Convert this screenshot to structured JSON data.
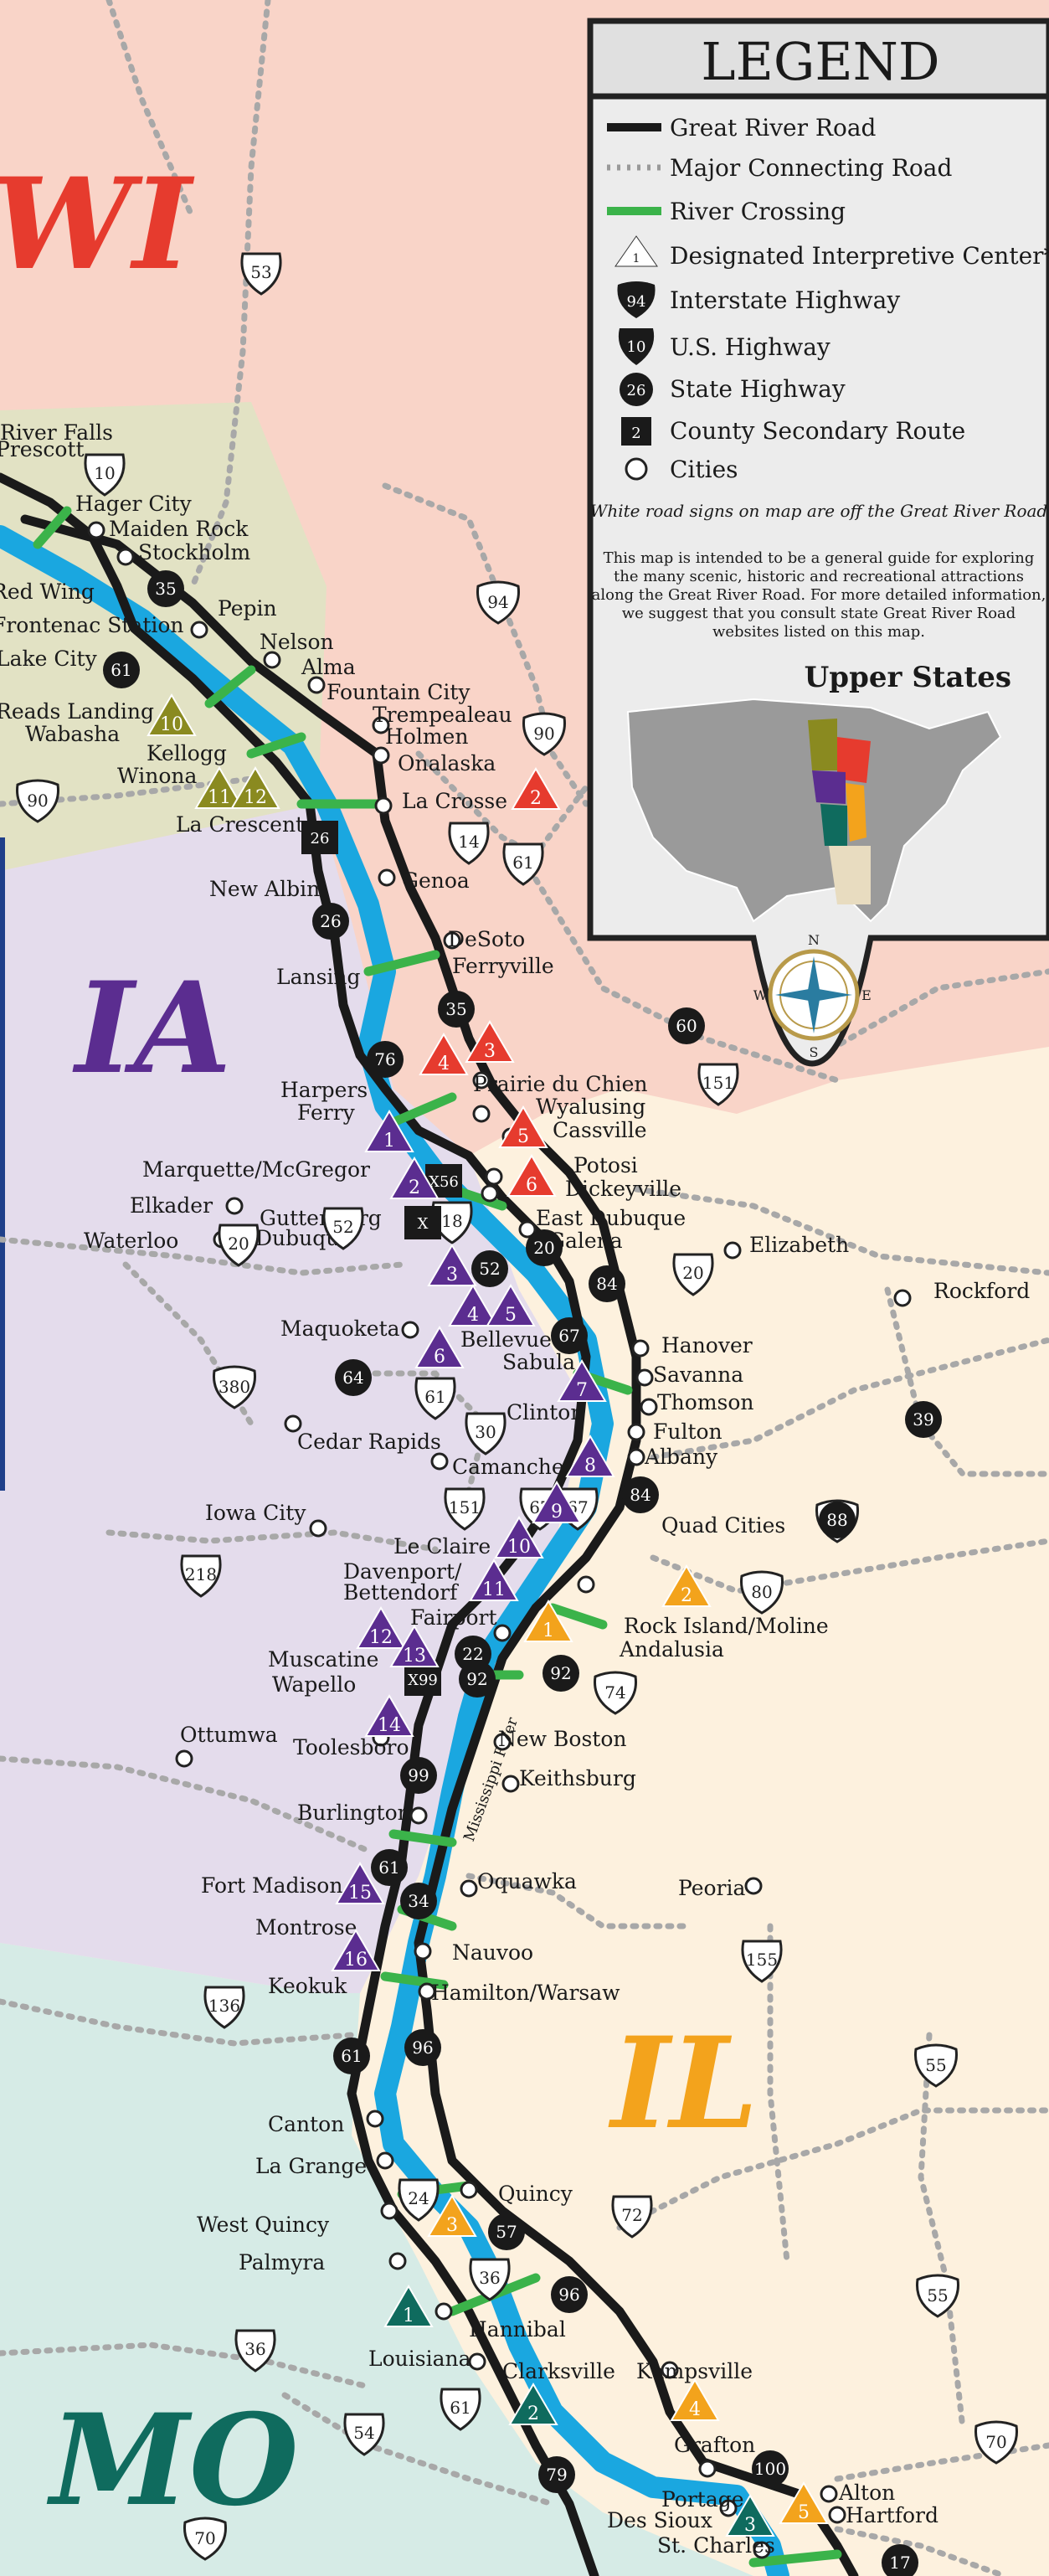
{
  "states": [
    {
      "abbr": "WI",
      "color": "#e63b2e"
    },
    {
      "abbr": "IA",
      "color": "#5b2d90"
    },
    {
      "abbr": "IL",
      "color": "#f3a31c"
    },
    {
      "abbr": "MO",
      "color": "#0f6b5e"
    }
  ],
  "colors": {
    "great_river_road": "#1a1a1a",
    "river": "#1aa7e0",
    "river_crossing": "#3bb34a",
    "wi_bg": "#f9d4c8",
    "ia_bg": "#e4dcec",
    "il_bg": "#fdf1de",
    "mo_bg": "#d6ebe6",
    "mn_bg": "#e2e2c4"
  },
  "legend": {
    "title": "LEGEND",
    "items": [
      {
        "label": "Great River Road",
        "icon": "black-line-icon"
      },
      {
        "label": "Major Connecting Road",
        "icon": "dotted-line-icon"
      },
      {
        "label": "River Crossing",
        "icon": "green-line-icon"
      },
      {
        "label": "Designated Interpretive Center*",
        "icon": "triangle-icon",
        "sample": "1"
      },
      {
        "label": "Interstate Highway",
        "icon": "interstate-shield-icon",
        "sample": "94"
      },
      {
        "label": "U.S. Highway",
        "icon": "us-shield-icon",
        "sample": "10"
      },
      {
        "label": "State Highway",
        "icon": "state-circle-icon",
        "sample": "26"
      },
      {
        "label": "County Secondary Route",
        "icon": "county-square-icon",
        "sample": "2"
      },
      {
        "label": "Cities",
        "icon": "city-dot-icon"
      }
    ],
    "note_italic": "White road signs on map are off the Great River Road",
    "disclaimer": [
      "This map is intended to be a general guide for exploring",
      "the many scenic, historic and recreational attractions",
      "along the Great River Road. For more detailed information,",
      "we suggest that you consult state Great River Road",
      "websites listed on this map."
    ],
    "inset_title": "Upper States",
    "compass": [
      "N",
      "E",
      "S",
      "W"
    ]
  },
  "river_label": "Mississippi River",
  "cities": [
    {
      "name": "River Falls"
    },
    {
      "name": "Prescott"
    },
    {
      "name": "Hager City"
    },
    {
      "name": "Maiden Rock"
    },
    {
      "name": "Stockholm"
    },
    {
      "name": "Red Wing"
    },
    {
      "name": "Frontenac Station"
    },
    {
      "name": "Lake City"
    },
    {
      "name": "Pepin"
    },
    {
      "name": "Nelson"
    },
    {
      "name": "Alma"
    },
    {
      "name": "Fountain City"
    },
    {
      "name": "Trempealeau"
    },
    {
      "name": "Holmen"
    },
    {
      "name": "Reads Landing"
    },
    {
      "name": "Wabasha"
    },
    {
      "name": "Kellogg"
    },
    {
      "name": "Winona"
    },
    {
      "name": "Onalaska"
    },
    {
      "name": "La Crosse"
    },
    {
      "name": "La Crescent"
    },
    {
      "name": "New Albin"
    },
    {
      "name": "Genoa"
    },
    {
      "name": "DeSoto"
    },
    {
      "name": "Ferryville"
    },
    {
      "name": "Lansing"
    },
    {
      "name": "Prairie du Chien"
    },
    {
      "name": "Harpers"
    },
    {
      "name": "Ferry"
    },
    {
      "name": "Wyalusing"
    },
    {
      "name": "Cassville"
    },
    {
      "name": "Marquette/McGregor"
    },
    {
      "name": "Potosi"
    },
    {
      "name": "Dickeyville"
    },
    {
      "name": "Elkader"
    },
    {
      "name": "Guttenberg"
    },
    {
      "name": "Dubuque"
    },
    {
      "name": "East Dubuque"
    },
    {
      "name": "Galena"
    },
    {
      "name": "Waterloo"
    },
    {
      "name": "Elizabeth"
    },
    {
      "name": "Rockford"
    },
    {
      "name": "Maquoketa"
    },
    {
      "name": "Bellevue"
    },
    {
      "name": "Hanover"
    },
    {
      "name": "Sabula"
    },
    {
      "name": "Savanna"
    },
    {
      "name": "Thomson"
    },
    {
      "name": "Clinton"
    },
    {
      "name": "Fulton"
    },
    {
      "name": "Cedar Rapids"
    },
    {
      "name": "Camanche"
    },
    {
      "name": "Albany"
    },
    {
      "name": "Iowa City"
    },
    {
      "name": "Quad Cities"
    },
    {
      "name": "Le Claire"
    },
    {
      "name": "Davenport/"
    },
    {
      "name": "Bettendorf"
    },
    {
      "name": "Fairport"
    },
    {
      "name": "Rock Island/Moline"
    },
    {
      "name": "Andalusia"
    },
    {
      "name": "Muscatine"
    },
    {
      "name": "Wapello"
    },
    {
      "name": "New Boston"
    },
    {
      "name": "Ottumwa"
    },
    {
      "name": "Toolesboro"
    },
    {
      "name": "Keithsburg"
    },
    {
      "name": "Burlington"
    },
    {
      "name": "Oquawka"
    },
    {
      "name": "Peoria"
    },
    {
      "name": "Fort Madison"
    },
    {
      "name": "Montrose"
    },
    {
      "name": "Nauvoo"
    },
    {
      "name": "Keokuk"
    },
    {
      "name": "Hamilton/Warsaw"
    },
    {
      "name": "Canton"
    },
    {
      "name": "La Grange"
    },
    {
      "name": "Quincy"
    },
    {
      "name": "West Quincy"
    },
    {
      "name": "Palmyra"
    },
    {
      "name": "Hannibal"
    },
    {
      "name": "Louisiana"
    },
    {
      "name": "Clarksville"
    },
    {
      "name": "Kampsville"
    },
    {
      "name": "Grafton"
    },
    {
      "name": "Alton"
    },
    {
      "name": "Portage"
    },
    {
      "name": "Des Sioux"
    },
    {
      "name": "Hartford"
    },
    {
      "name": "St. Charles"
    }
  ],
  "highways": {
    "interstate": [
      "94",
      "90",
      "90",
      "380",
      "80",
      "80",
      "74",
      "55",
      "55",
      "70",
      "70"
    ],
    "us": [
      "53",
      "10",
      "14",
      "61",
      "151",
      "18",
      "52",
      "20",
      "20",
      "61",
      "30",
      "67",
      "67",
      "151",
      "218",
      "136",
      "155",
      "54",
      "72",
      "36",
      "24",
      "61",
      "36"
    ],
    "state": [
      "35",
      "61",
      "26",
      "35",
      "76",
      "52",
      "20",
      "84",
      "67",
      "84",
      "22",
      "92",
      "92",
      "99",
      "61",
      "34",
      "96",
      "61",
      "57",
      "96",
      "79",
      "100",
      "60",
      "64",
      "39",
      "88",
      "17"
    ],
    "county": [
      "26",
      "X56",
      "X99",
      "X"
    ]
  },
  "interpretive_centers": {
    "mn": [
      "10",
      "11",
      "12"
    ],
    "wi": [
      "2",
      "3",
      "4",
      "5",
      "6"
    ],
    "ia": [
      "1",
      "2",
      "3",
      "4",
      "5",
      "6",
      "7",
      "8",
      "9",
      "10",
      "11",
      "12",
      "13",
      "14",
      "15",
      "16"
    ],
    "il": [
      "1",
      "2",
      "3",
      "4",
      "5"
    ],
    "mo": [
      "1",
      "2",
      "3"
    ]
  }
}
